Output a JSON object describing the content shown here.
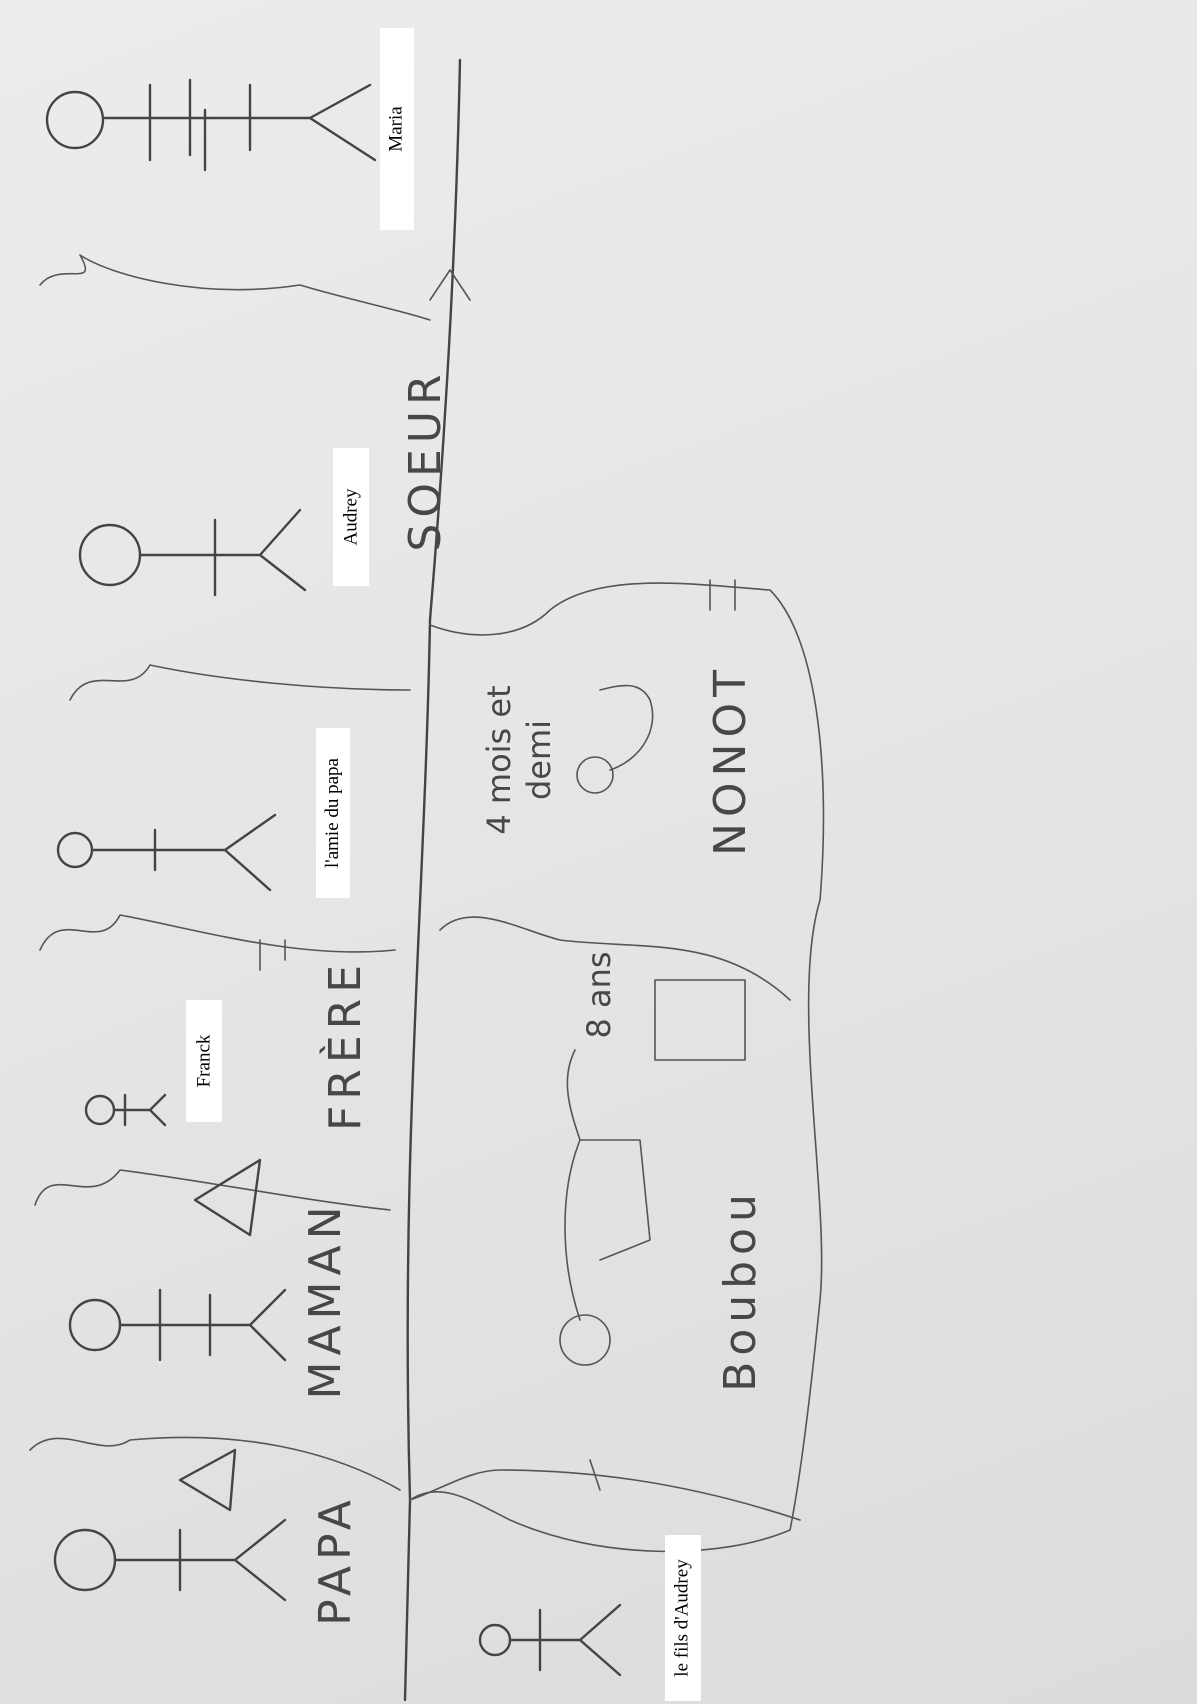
{
  "handwritten": {
    "papa": "PAPA",
    "maman": "MAMAN",
    "frere": "FRÈRE",
    "soeur": "SOEUR",
    "cat_age": "8 ans",
    "kitten_age_line1": "4 mois et",
    "kitten_age_line2": "demi",
    "cat_name": "Boubou",
    "kitten_name": "NONOT"
  },
  "captions": {
    "maria": "Maria",
    "audrey": "Audrey",
    "amie": "l'amie du papa",
    "franck": "Franck",
    "fils": "le fils d'Audrey"
  }
}
